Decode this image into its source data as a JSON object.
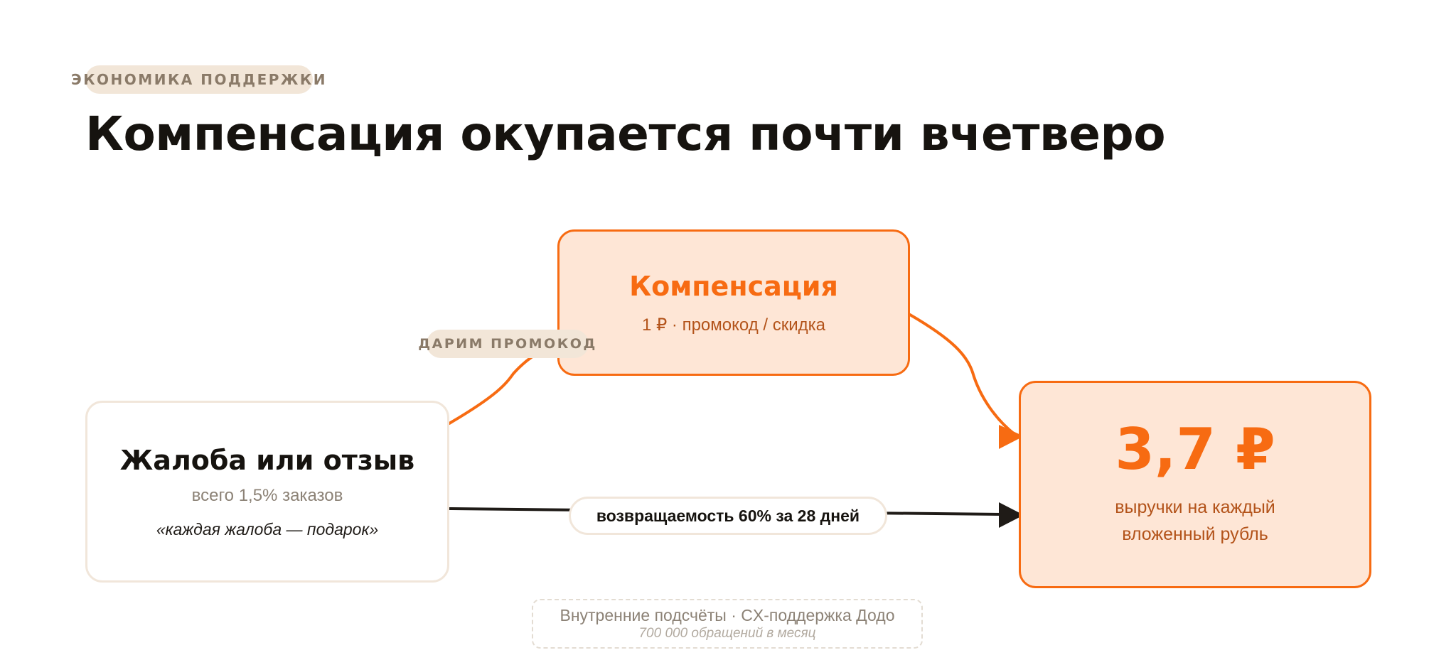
{
  "section_tag": "ЭКОНОМИКА ПОДДЕРЖКИ",
  "title": "Компенсация окупается почти вчетверо",
  "nodes": {
    "complaint": {
      "title": "Жалоба или отзыв",
      "subtitle": "всего 1,5% заказов",
      "quote": "«каждая жалоба — подарок»"
    },
    "compensation": {
      "title": "Компенсация",
      "subtitle": "1 ₽ · промокод / скидка"
    },
    "result": {
      "value": "3,7 ₽",
      "subtitle": "выручки на каждый вложенный рубль"
    }
  },
  "edges": {
    "promo_label": "ДАРИМ ПРОМОКОД",
    "return_label": "возвращаемость 60% за 28 дней"
  },
  "source": {
    "line1": "Внутренние подсчёты · CX-поддержка Додо",
    "line2": "700 000 обращений в месяц"
  },
  "colors": {
    "accent": "#f76b12",
    "accent_fill": "#fee6d6",
    "tag_bg": "#f2e6d8",
    "dark": "#16130f"
  }
}
